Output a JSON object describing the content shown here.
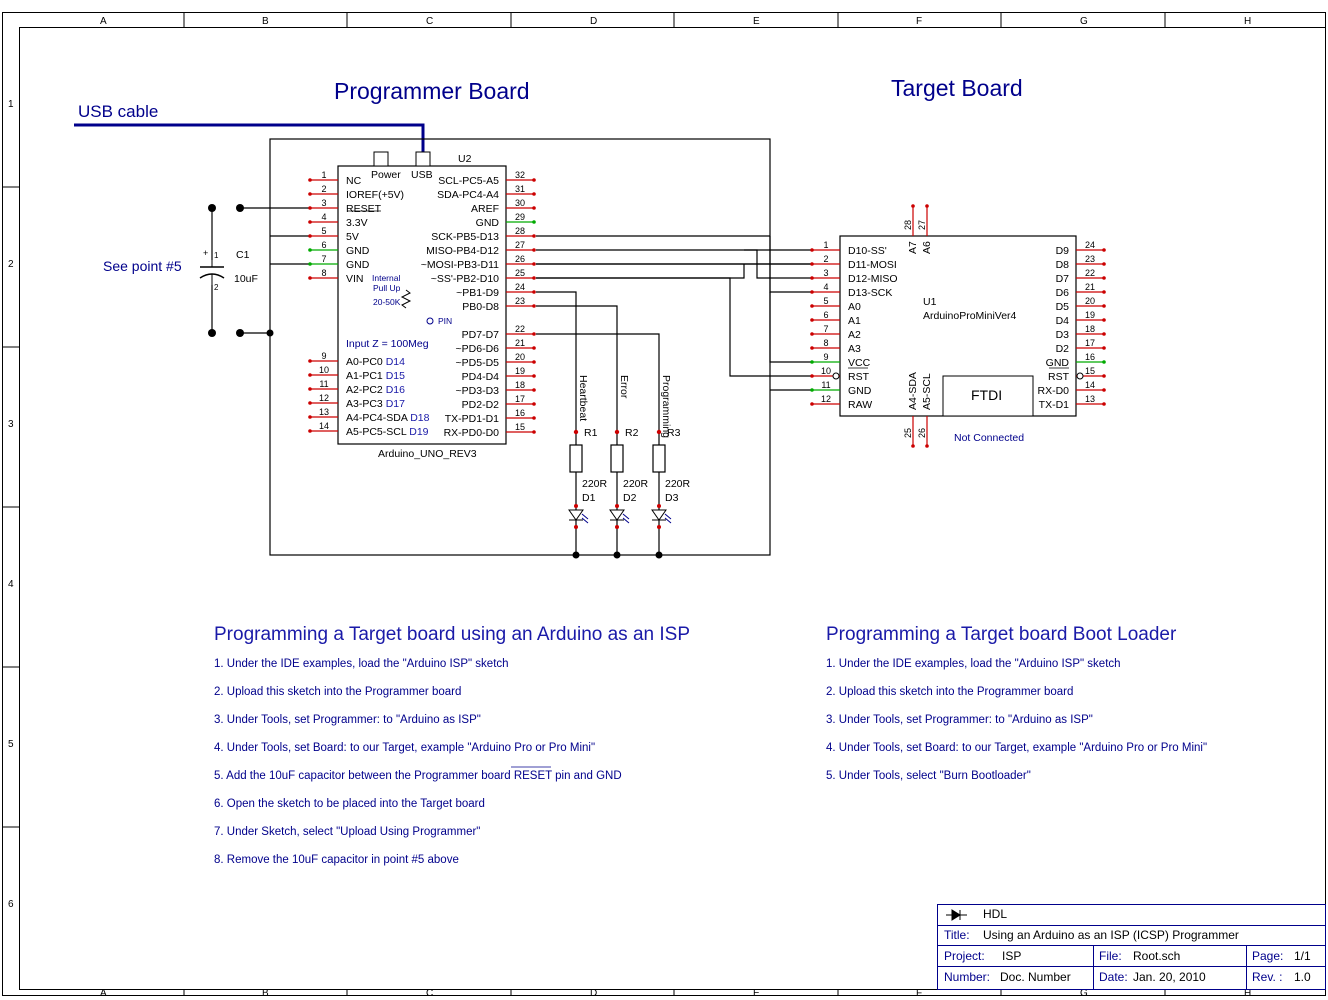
{
  "grid": {
    "columns": [
      "A",
      "B",
      "C",
      "D",
      "E",
      "F",
      "G",
      "H"
    ],
    "rows": [
      "1",
      "2",
      "3",
      "4",
      "5",
      "6"
    ]
  },
  "labels": {
    "programmer_board": "Programmer Board",
    "target_board": "Target Board",
    "usb_cable": "USB cable",
    "see_point": "See point #5",
    "internal_pullup_1": "Internal",
    "internal_pullup_2": "Pull Up",
    "pullup_value": "20-50K",
    "pin": "PIN",
    "input_z": "Input Z = 100Meg",
    "not_connected": "Not Connected",
    "ftdi": "FTDI"
  },
  "capacitor": {
    "ref": "C1",
    "value": "10uF",
    "plus": "+",
    "pin1": "1",
    "pin2": "2"
  },
  "uno": {
    "ref": "U2",
    "name": "Arduino_UNO_REV3",
    "power": "Power",
    "usb": "USB",
    "left_pins": [
      {
        "num": "1",
        "name": "NC"
      },
      {
        "num": "2",
        "name": "IOREF(+5V)"
      },
      {
        "num": "3",
        "name": "RESET"
      },
      {
        "num": "4",
        "name": "3.3V"
      },
      {
        "num": "5",
        "name": "5V"
      },
      {
        "num": "6",
        "name": "GND"
      },
      {
        "num": "7",
        "name": "GND"
      },
      {
        "num": "8",
        "name": "VIN"
      }
    ],
    "left_pins2": [
      {
        "num": "9",
        "name": "A0-PC0",
        "d": "D14"
      },
      {
        "num": "10",
        "name": "A1-PC1",
        "d": "D15"
      },
      {
        "num": "11",
        "name": "A2-PC2",
        "d": "D16"
      },
      {
        "num": "12",
        "name": "A3-PC3",
        "d": "D17"
      },
      {
        "num": "13",
        "name": "A4-PC4-SDA",
        "d": "D18"
      },
      {
        "num": "14",
        "name": "A5-PC5-SCL",
        "d": "D19"
      }
    ],
    "right_pins": [
      {
        "num": "32",
        "name": "SCL-PC5-A5"
      },
      {
        "num": "31",
        "name": "SDA-PC4-A4"
      },
      {
        "num": "30",
        "name": "AREF"
      },
      {
        "num": "29",
        "name": "GND"
      },
      {
        "num": "28",
        "name": "SCK-PB5-D13"
      },
      {
        "num": "27",
        "name": "MISO-PB4-D12"
      },
      {
        "num": "26",
        "name": "~MOSI-PB3-D11"
      },
      {
        "num": "25",
        "name": "~SS'-PB2-D10"
      },
      {
        "num": "24",
        "name": "~PB1-D9"
      },
      {
        "num": "23",
        "name": "PB0-D8"
      }
    ],
    "right_pins2": [
      {
        "num": "22",
        "name": "PD7-D7"
      },
      {
        "num": "21",
        "name": "~PD6-D6"
      },
      {
        "num": "20",
        "name": "~PD5-D5"
      },
      {
        "num": "19",
        "name": "PD4-D4"
      },
      {
        "num": "18",
        "name": "~PD3-D3"
      },
      {
        "num": "17",
        "name": "PD2-D2"
      },
      {
        "num": "16",
        "name": "TX-PD1-D1"
      },
      {
        "num": "15",
        "name": "RX-PD0-D0"
      }
    ]
  },
  "leds": [
    {
      "net": "Heartbeat",
      "r": "R1",
      "val": "220R",
      "d": "D1"
    },
    {
      "net": "Error",
      "r": "R2",
      "val": "220R",
      "d": "D2"
    },
    {
      "net": "Programming",
      "r": "R3",
      "val": "220R",
      "d": "D3"
    }
  ],
  "mini": {
    "ref": "U1",
    "name": "ArduinoProMiniVer4",
    "left_pins": [
      {
        "num": "1",
        "name": "D10-SS'"
      },
      {
        "num": "2",
        "name": "D11-MOSI"
      },
      {
        "num": "3",
        "name": "D12-MISO"
      },
      {
        "num": "4",
        "name": "D13-SCK"
      },
      {
        "num": "5",
        "name": "A0"
      },
      {
        "num": "6",
        "name": "A1"
      },
      {
        "num": "7",
        "name": "A2"
      },
      {
        "num": "8",
        "name": "A3"
      },
      {
        "num": "9",
        "name": "VCC"
      },
      {
        "num": "10",
        "name": "RST"
      },
      {
        "num": "11",
        "name": "GND"
      },
      {
        "num": "12",
        "name": "RAW"
      }
    ],
    "right_pins": [
      {
        "num": "24",
        "name": "D9"
      },
      {
        "num": "23",
        "name": "D8"
      },
      {
        "num": "22",
        "name": "D7"
      },
      {
        "num": "21",
        "name": "D6"
      },
      {
        "num": "20",
        "name": "D5"
      },
      {
        "num": "19",
        "name": "D4"
      },
      {
        "num": "18",
        "name": "D3"
      },
      {
        "num": "17",
        "name": "D2"
      },
      {
        "num": "16",
        "name": "GND"
      },
      {
        "num": "15",
        "name": "RST"
      },
      {
        "num": "14",
        "name": "RX-D0"
      },
      {
        "num": "13",
        "name": "TX-D1"
      }
    ],
    "top": [
      {
        "num": "28",
        "name": "A7"
      },
      {
        "num": "27",
        "name": "A6"
      }
    ],
    "bottom": [
      {
        "num": "25",
        "name": "A4-SDA"
      },
      {
        "num": "26",
        "name": "A5-SCL"
      }
    ]
  },
  "section1": {
    "title": "Programming a Target board using an Arduino as an ISP",
    "steps": [
      "1. Under the IDE examples, load the \"Arduino ISP\" sketch",
      "2. Upload this sketch into the Programmer board",
      "3. Under Tools, set Programmer: to    \"Arduino as ISP\"",
      "4. Under Tools, set Board: to our Target,   example    \"Arduino Pro or Pro Mini\"",
      "5. Add the 10uF capacitor between the Programmer board RESET  pin and GND",
      "6. Open the sketch to be placed into the Target board",
      "7. Under Sketch, select \"Upload Using Programmer\"",
      "8. Remove the 10uF capacitor in point  #5 above"
    ]
  },
  "section2": {
    "title": "Programming a Target board Boot Loader",
    "steps": [
      "1. Under the IDE examples, load the \"Arduino ISP\" sketch",
      "2. Upload this sketch into the Programmer board",
      "3. Under Tools, set Programmer: to    \"Arduino as ISP\"",
      "4. Under Tools, set Board: to our Target,   example    \"Arduino Pro or Pro Mini\"",
      "5. Under Tools, select     \"Burn Bootloader\""
    ]
  },
  "titleblock": {
    "company": "HDL",
    "title_label": "Title:",
    "title": "Using an Arduino as an ISP (ICSP) Programmer",
    "project_label": "Project:",
    "project": "ISP",
    "file_label": "File:",
    "file": "Root.sch",
    "page_label": "Page:",
    "page": "1/1",
    "number_label": "Number:",
    "number": "Doc. Number",
    "date_label": "Date:",
    "date": "Jan. 20, 2010",
    "rev_label": "Rev. :",
    "rev": "1.0"
  },
  "colors": {
    "wire": "#000000",
    "label": "#00008b",
    "pin_end": "#cc0000",
    "gnd_pin": "#00aa00"
  }
}
